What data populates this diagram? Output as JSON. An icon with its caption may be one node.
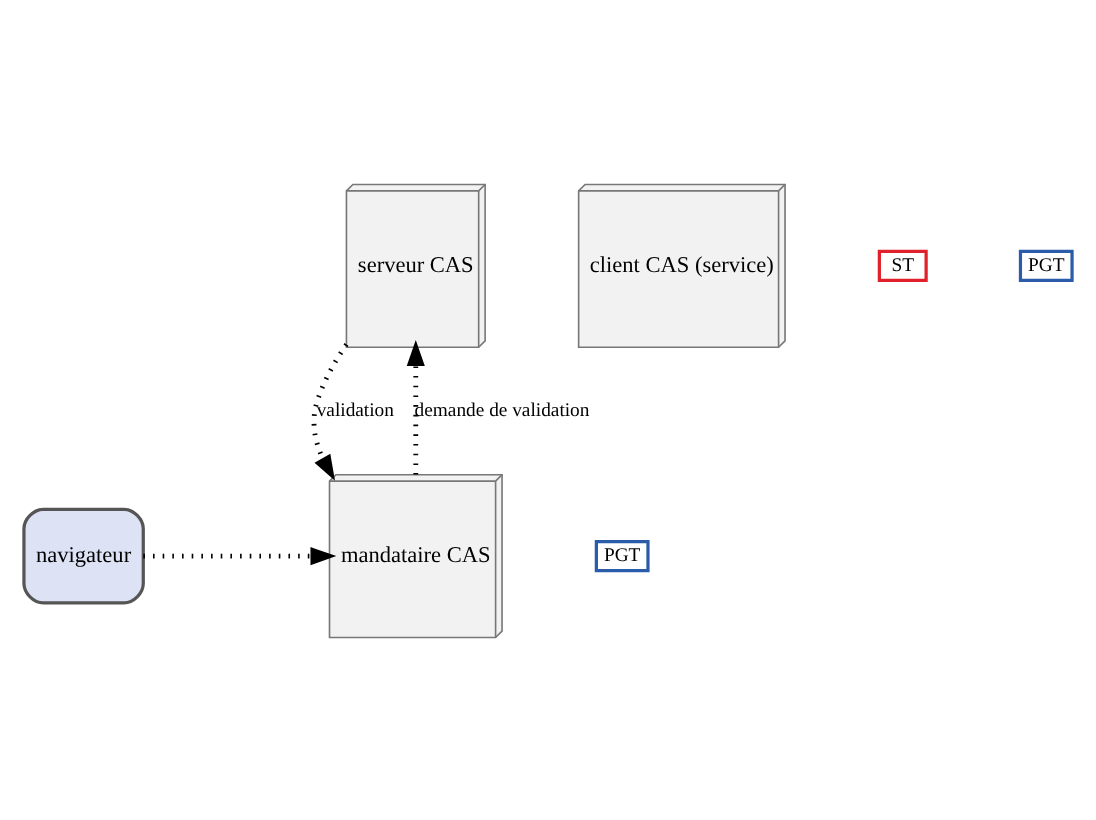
{
  "diagram": {
    "nodes": [
      {
        "text": [
          "serveur CAS"
        ]
      },
      {
        "text": [
          "client CAS (service)"
        ]
      },
      {
        "text": [
          "mandataire CAS"
        ]
      },
      {
        "text": [
          "navigateur"
        ]
      },
      {
        "text": [
          "ST"
        ]
      },
      {
        "text": [
          "PGT"
        ]
      },
      {
        "text": [
          "PGT"
        ]
      }
    ],
    "edges": [
      {
        "from": 3,
        "to": 2,
        "arrow": "to"
      },
      {
        "from": 2,
        "to": 0,
        "arrow": "to",
        "label": "demande de validation"
      },
      {
        "from": 0,
        "to": 2,
        "arrow": "to",
        "label": "validation"
      }
    ]
  }
}
